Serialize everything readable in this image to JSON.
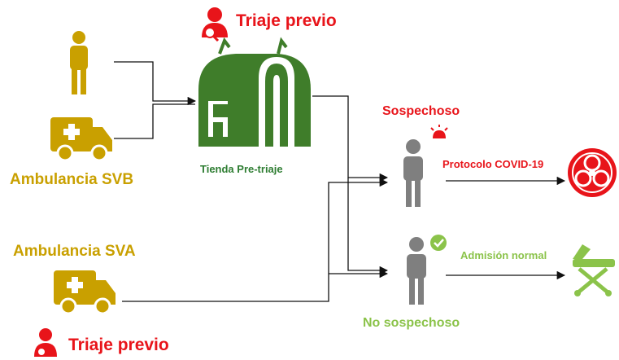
{
  "triage_top": {
    "label": "Triaje previo"
  },
  "triage_bottom": {
    "label": "Triaje previo"
  },
  "tent": {
    "label": "Tienda Pre-triaje"
  },
  "ambulance_svb": {
    "label": "Ambulancia SVB"
  },
  "ambulance_sva": {
    "label": "Ambulancia SVA"
  },
  "suspect": {
    "label": "Sospechoso",
    "protocol_label": "Protocolo COVID-19"
  },
  "non_suspect": {
    "label": "No sospechoso",
    "admission_label": "Admisión normal"
  },
  "colors": {
    "red": "#e8141a",
    "gold": "#c9a000",
    "tent_green": "#3f7d2a",
    "light_green": "#8bc34a",
    "person_gray": "#7f7f7f"
  }
}
